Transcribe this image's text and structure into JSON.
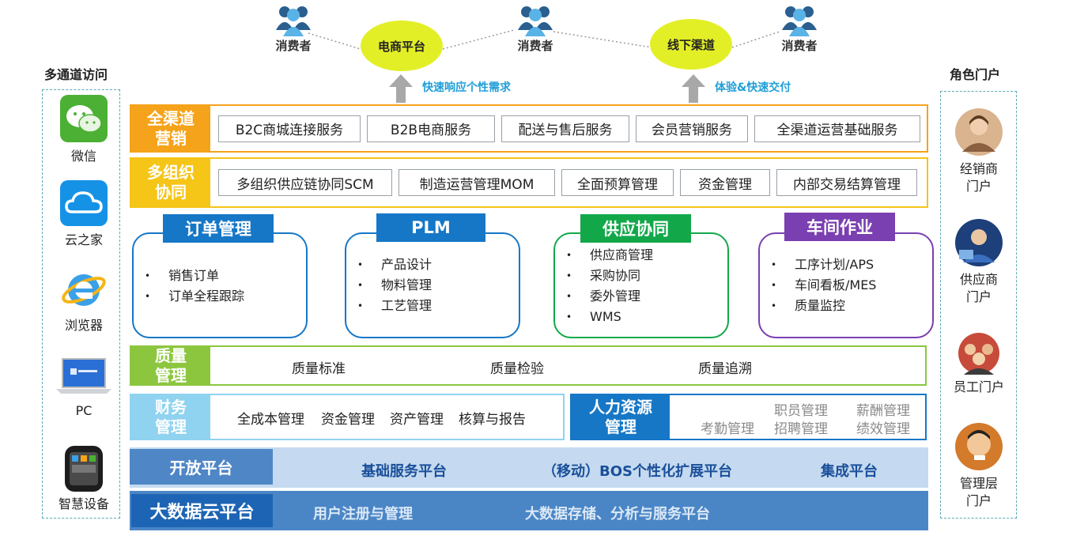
{
  "top": {
    "consumer_label": "消费者",
    "ecommerce": "电商平台",
    "offline": "线下渠道",
    "caption_left": "快速响应个性需求",
    "caption_right": "体验&快速交付"
  },
  "left_panel": {
    "title": "多通道访问",
    "items": [
      {
        "label": "微信",
        "icon": "wechat-icon"
      },
      {
        "label": "云之家",
        "icon": "cloud-icon"
      },
      {
        "label": "浏览器",
        "icon": "ie-browser-icon"
      },
      {
        "label": "PC",
        "icon": "laptop-icon"
      },
      {
        "label": "智慧设备",
        "icon": "smart-watch-icon"
      }
    ]
  },
  "right_panel": {
    "title": "角色门户",
    "items": [
      {
        "line1": "经销商",
        "line2": "门户"
      },
      {
        "line1": "供应商",
        "line2": "门户"
      },
      {
        "line1": "员工门户",
        "line2": ""
      },
      {
        "line1": "管理层",
        "line2": "门户"
      }
    ]
  },
  "omni": {
    "head_line1": "全渠道",
    "head_line2": "营销",
    "items": [
      "B2C商城连接服务",
      "B2B电商服务",
      "配送与售后服务",
      "会员营销服务",
      "全渠道运营基础服务"
    ]
  },
  "multi_org": {
    "head_line1": "多组织",
    "head_line2": "协同",
    "items": [
      "多组织供应链协同SCM",
      "制造运营管理MOM",
      "全面预算管理",
      "资金管理",
      "内部交易结算管理"
    ]
  },
  "modules": [
    {
      "title": "订单管理",
      "items": [
        "销售订单",
        "订单全程跟踪"
      ]
    },
    {
      "title": "PLM",
      "items": [
        "产品设计",
        "物料管理",
        "工艺管理"
      ]
    },
    {
      "title": "供应协同",
      "items": [
        "供应商管理",
        "采购协同",
        "委外管理",
        "WMS"
      ]
    },
    {
      "title": "车间作业",
      "items": [
        "工序计划/APS",
        "车间看板/MES",
        "质量监控"
      ]
    }
  ],
  "quality": {
    "head_line1": "质量",
    "head_line2": "管理",
    "items": [
      "质量标准",
      "质量检验",
      "质量追溯"
    ]
  },
  "finance": {
    "head_line1": "财务",
    "head_line2": "管理",
    "items": [
      "全成本管理",
      "资金管理",
      "资产管理",
      "核算与报告"
    ]
  },
  "hr": {
    "head_line1": "人力资源",
    "head_line2": "管理",
    "items": [
      "职员管理",
      "薪酬管理",
      "考勤管理",
      "招聘管理",
      "绩效管理"
    ]
  },
  "open_platform": {
    "head": "开放平台",
    "items": [
      "基础服务平台",
      "（移动）BOS个性化扩展平台",
      "集成平台"
    ]
  },
  "bigdata": {
    "head": "大数据云平台",
    "items": [
      "用户注册与管理",
      "大数据存储、分析与服务平台"
    ]
  },
  "colors": {
    "orange": "#f5a31a",
    "yellow": "#f5c518",
    "blue": "#1677c6",
    "green": "#12a84a",
    "purple": "#7a3fb0",
    "lime": "#8cc63f",
    "lightblue": "#8fd3f0",
    "platform": "#c5daf0",
    "platform_head": "#4f86c6",
    "bigdata": "#4a86c6",
    "bigdata_head": "#1d64b4"
  }
}
